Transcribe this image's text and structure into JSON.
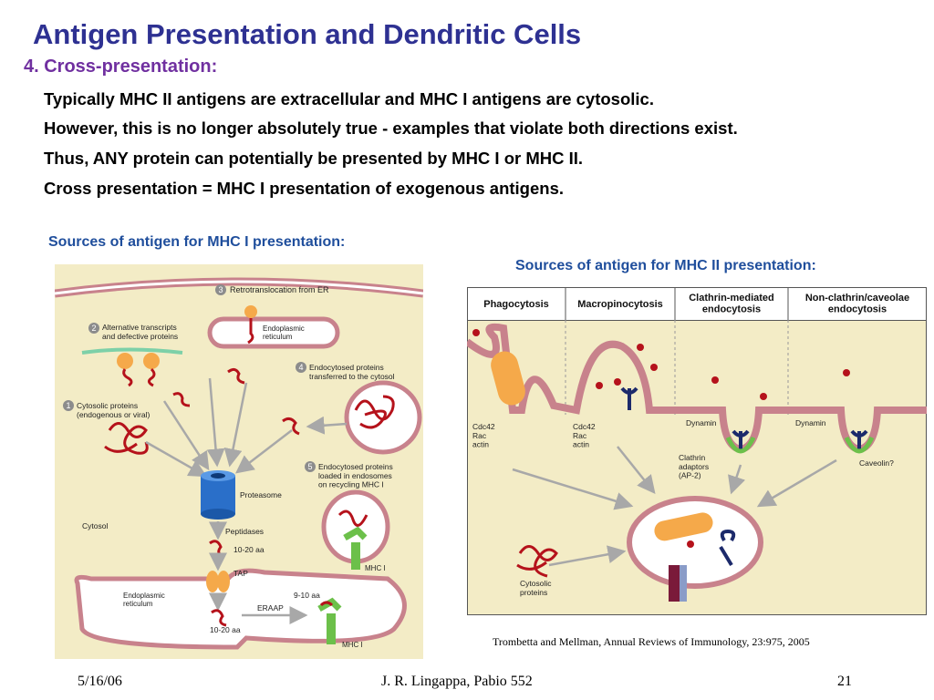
{
  "slide": {
    "title": "Antigen Presentation and Dendritic Cells",
    "subtitle": "4. Cross-presentation:",
    "bullets": [
      "Typically MHC II antigens are extracellular and MHC I antigens are cytosolic.",
      "However, this is no longer absolutely true - examples that violate both directions exist.",
      "Thus, ANY protein can potentially be presented by MHC I or MHC II.",
      "Cross presentation = MHC I presentation of exogenous antigens."
    ]
  },
  "captions": {
    "mhc1": "Sources of antigen for MHC I presentation:",
    "mhc2": "Sources of antigen for MHC II presentation:"
  },
  "figure_left": {
    "retrotranslocation": "Retrotranslocation from ER",
    "er_top": "Endoplasmic\nreticulum",
    "alt_transcripts": "Alternative transcripts\nand defective proteins",
    "endocytosed_transferred": "Endocytosed proteins\ntransferred to the cytosol",
    "cytosolic": "Cytosolic proteins\n(endogenous or viral)",
    "endocytosed_loaded": "Endocytosed proteins\nloaded in endosomes\non recycling MHC I",
    "proteasome": "Proteasome",
    "cytosol": "Cytosol",
    "peptidases": "Peptidases",
    "aa_10_20_a": "10-20 aa",
    "tap": "TAP",
    "er_bottom": "Endoplasmic\nreticulum",
    "aa_9_10": "9-10 aa",
    "eraap": "ERAAP",
    "aa_10_20_b": "10-20 aa",
    "mhc1_a": "MHC I",
    "mhc1_b": "MHC I",
    "n1": "1",
    "n2": "2",
    "n3": "3",
    "n4": "4",
    "n5": "5"
  },
  "figure_right": {
    "headers": [
      "Phagocytosis",
      "Macropinocytosis",
      "Clathrin-mediated\nendocytosis",
      "Non-clathrin/caveolae\nendocytosis"
    ],
    "cdc42_a": "Cdc42\nRac\nactin",
    "cdc42_b": "Cdc42\nRac\nactin",
    "dynamin_a": "Dynamin",
    "dynamin_b": "Dynamin",
    "clathrin": "Clathrin\nadaptors\n(AP-2)",
    "caveolin": "Caveolin?",
    "cytosolic": "Cytosolic\nproteins"
  },
  "citation": "Trombetta and Mellman, Annual Reviews of Immunology, 23:975, 2005",
  "footer": {
    "date": "5/16/06",
    "author": "J. R. Lingappa, Pabio 552",
    "page": "21"
  },
  "colors": {
    "title": "#2e3192",
    "subtitle": "#7030a0",
    "caption": "#1f4e9c",
    "figure_bg": "#f3ecc6",
    "membrane": "#c8828c",
    "protein_red": "#b5121b",
    "mhc_green": "#6cc04a",
    "proteasome_blue": "#2a6fc9",
    "receptor_navy": "#1c2a6b",
    "bead_orange": "#f5a94a"
  }
}
